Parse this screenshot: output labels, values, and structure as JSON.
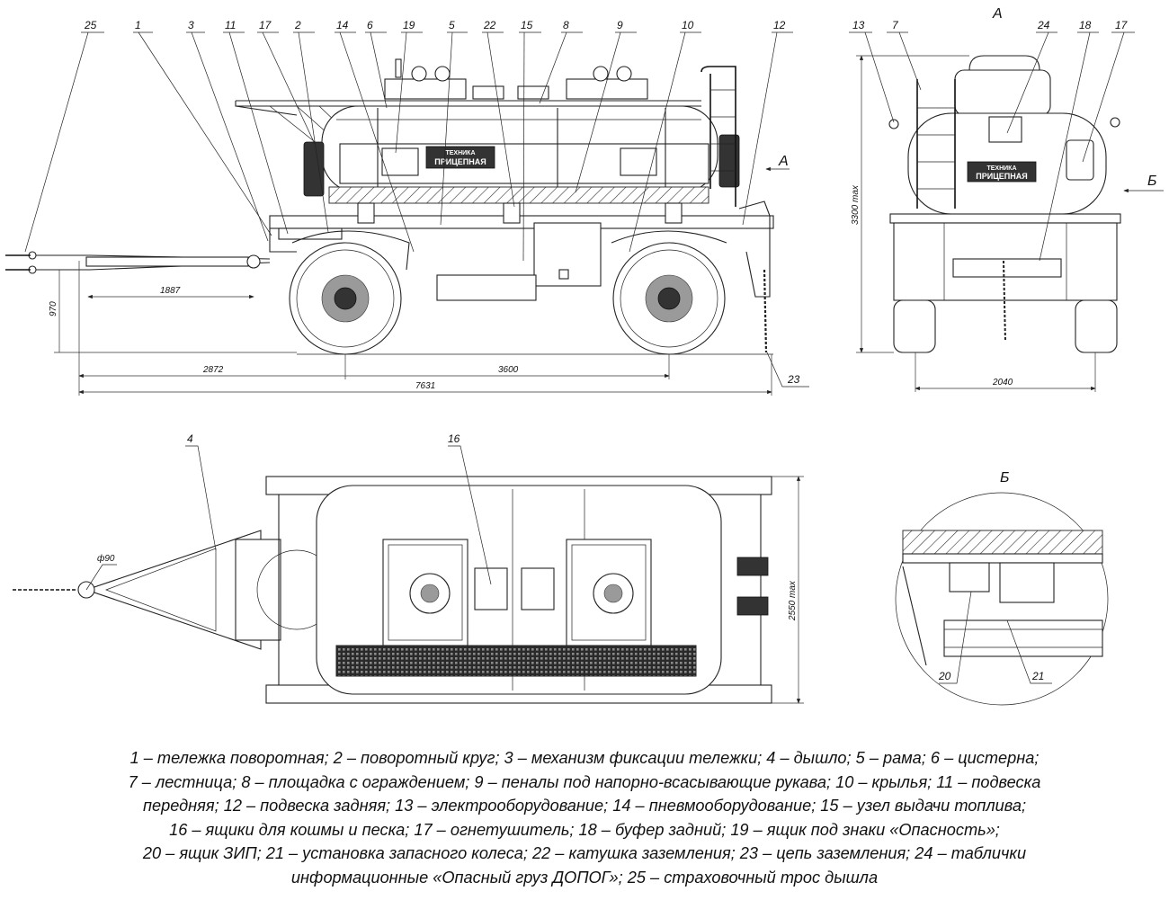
{
  "view_labels": {
    "a_top": "А",
    "a_side": "А",
    "b_side": "Б",
    "b_detail": "Б"
  },
  "side_view_leaders": [
    "25",
    "1",
    "3",
    "11",
    "17",
    "2",
    "14",
    "6",
    "19",
    "5",
    "22",
    "15",
    "8",
    "9",
    "10",
    "12"
  ],
  "side_view_bottom_leader": "23",
  "rear_view_leaders": [
    "13",
    "7",
    "24",
    "18",
    "17"
  ],
  "top_view_leaders": [
    "4",
    "16"
  ],
  "detail_view_leaders": [
    "20",
    "21"
  ],
  "logo_text": "ПРИЦЕПНАЯ",
  "logo_small": "ТЕХНИКА",
  "dimensions": {
    "side_height": "970",
    "side_drawbar": "1887",
    "side_front": "2872",
    "side_base": "3600",
    "side_total": "7631",
    "rear_height": "3300 max",
    "rear_width": "2040",
    "top_width": "2550 max",
    "top_ring": "ф90"
  },
  "caption_lines": [
    "1 – тележка поворотная; 2 – поворотный круг; 3 – механизм фиксации тележки; 4 – дышло; 5 – рама; 6 – цистерна;",
    "7 – лестница; 8 – площадка с ограждением; 9 – пеналы под напорно-всасывающие рукава; 10 – крылья; 11 – подвеска",
    "передняя; 12 – подвеска задняя; 13 – электрооборудование; 14 – пневмооборудование; 15 – узел выдачи топлива;",
    "16 – ящики для кошмы и песка; 17 – огнетушитель; 18 –  буфер задний; 19 – ящик под знаки «Опасность»;",
    "20 – ящик ЗИП; 21 – установка запасного колеса; 22 – катушка заземления; 23 – цепь заземления; 24 – таблички",
    "информационные «Опасный груз ДОПОГ»; 25 – страховочный трос дышла"
  ]
}
